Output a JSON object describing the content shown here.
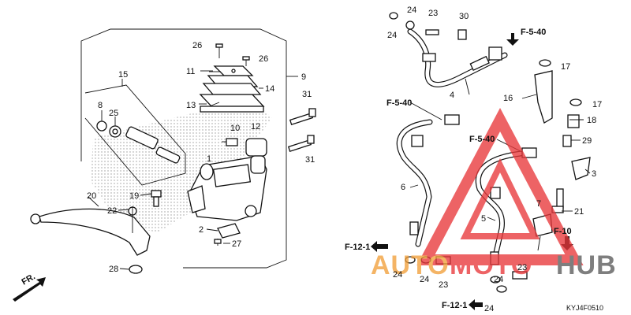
{
  "colors": {
    "line": "#111111",
    "watermark_red": "#e8383b",
    "watermark_orange": "#f2a03a",
    "watermark_gray": "#5a5a5a"
  },
  "watermark": {
    "text_a": "AUTO",
    "text_b": "MOTO",
    "text_c": "HUB"
  },
  "diagram_code": "KYJ4F0510",
  "direction_label": "FR.",
  "callouts": {
    "c15": "15",
    "c8": "8",
    "c25": "25",
    "c26a": "26",
    "c26b": "26",
    "c11": "11",
    "c14": "14",
    "c13": "13",
    "c9": "9",
    "c31a": "31",
    "c31b": "31",
    "c10": "10",
    "c12": "12",
    "c1": "1",
    "c20": "20",
    "c19": "19",
    "c22": "22",
    "c2": "2",
    "c27": "27",
    "c28": "28",
    "c24a": "24",
    "c24b": "24",
    "c23a": "23",
    "c30": "30",
    "c4": "4",
    "c17a": "17",
    "c16": "16",
    "c17b": "17",
    "c18": "18",
    "c29": "29",
    "c6": "6",
    "c3": "3",
    "c5": "5",
    "c7": "7",
    "c21": "21",
    "c24c": "24",
    "c24d": "24",
    "c23b": "23",
    "c24e": "24",
    "c24f": "24",
    "c23c": "23"
  },
  "refs": {
    "f540a": "F-5-40",
    "f540b": "F-5-40",
    "f540c": "F-5-40",
    "f10": "F-10",
    "f121a": "F-12-1",
    "f121b": "F-12-1"
  }
}
